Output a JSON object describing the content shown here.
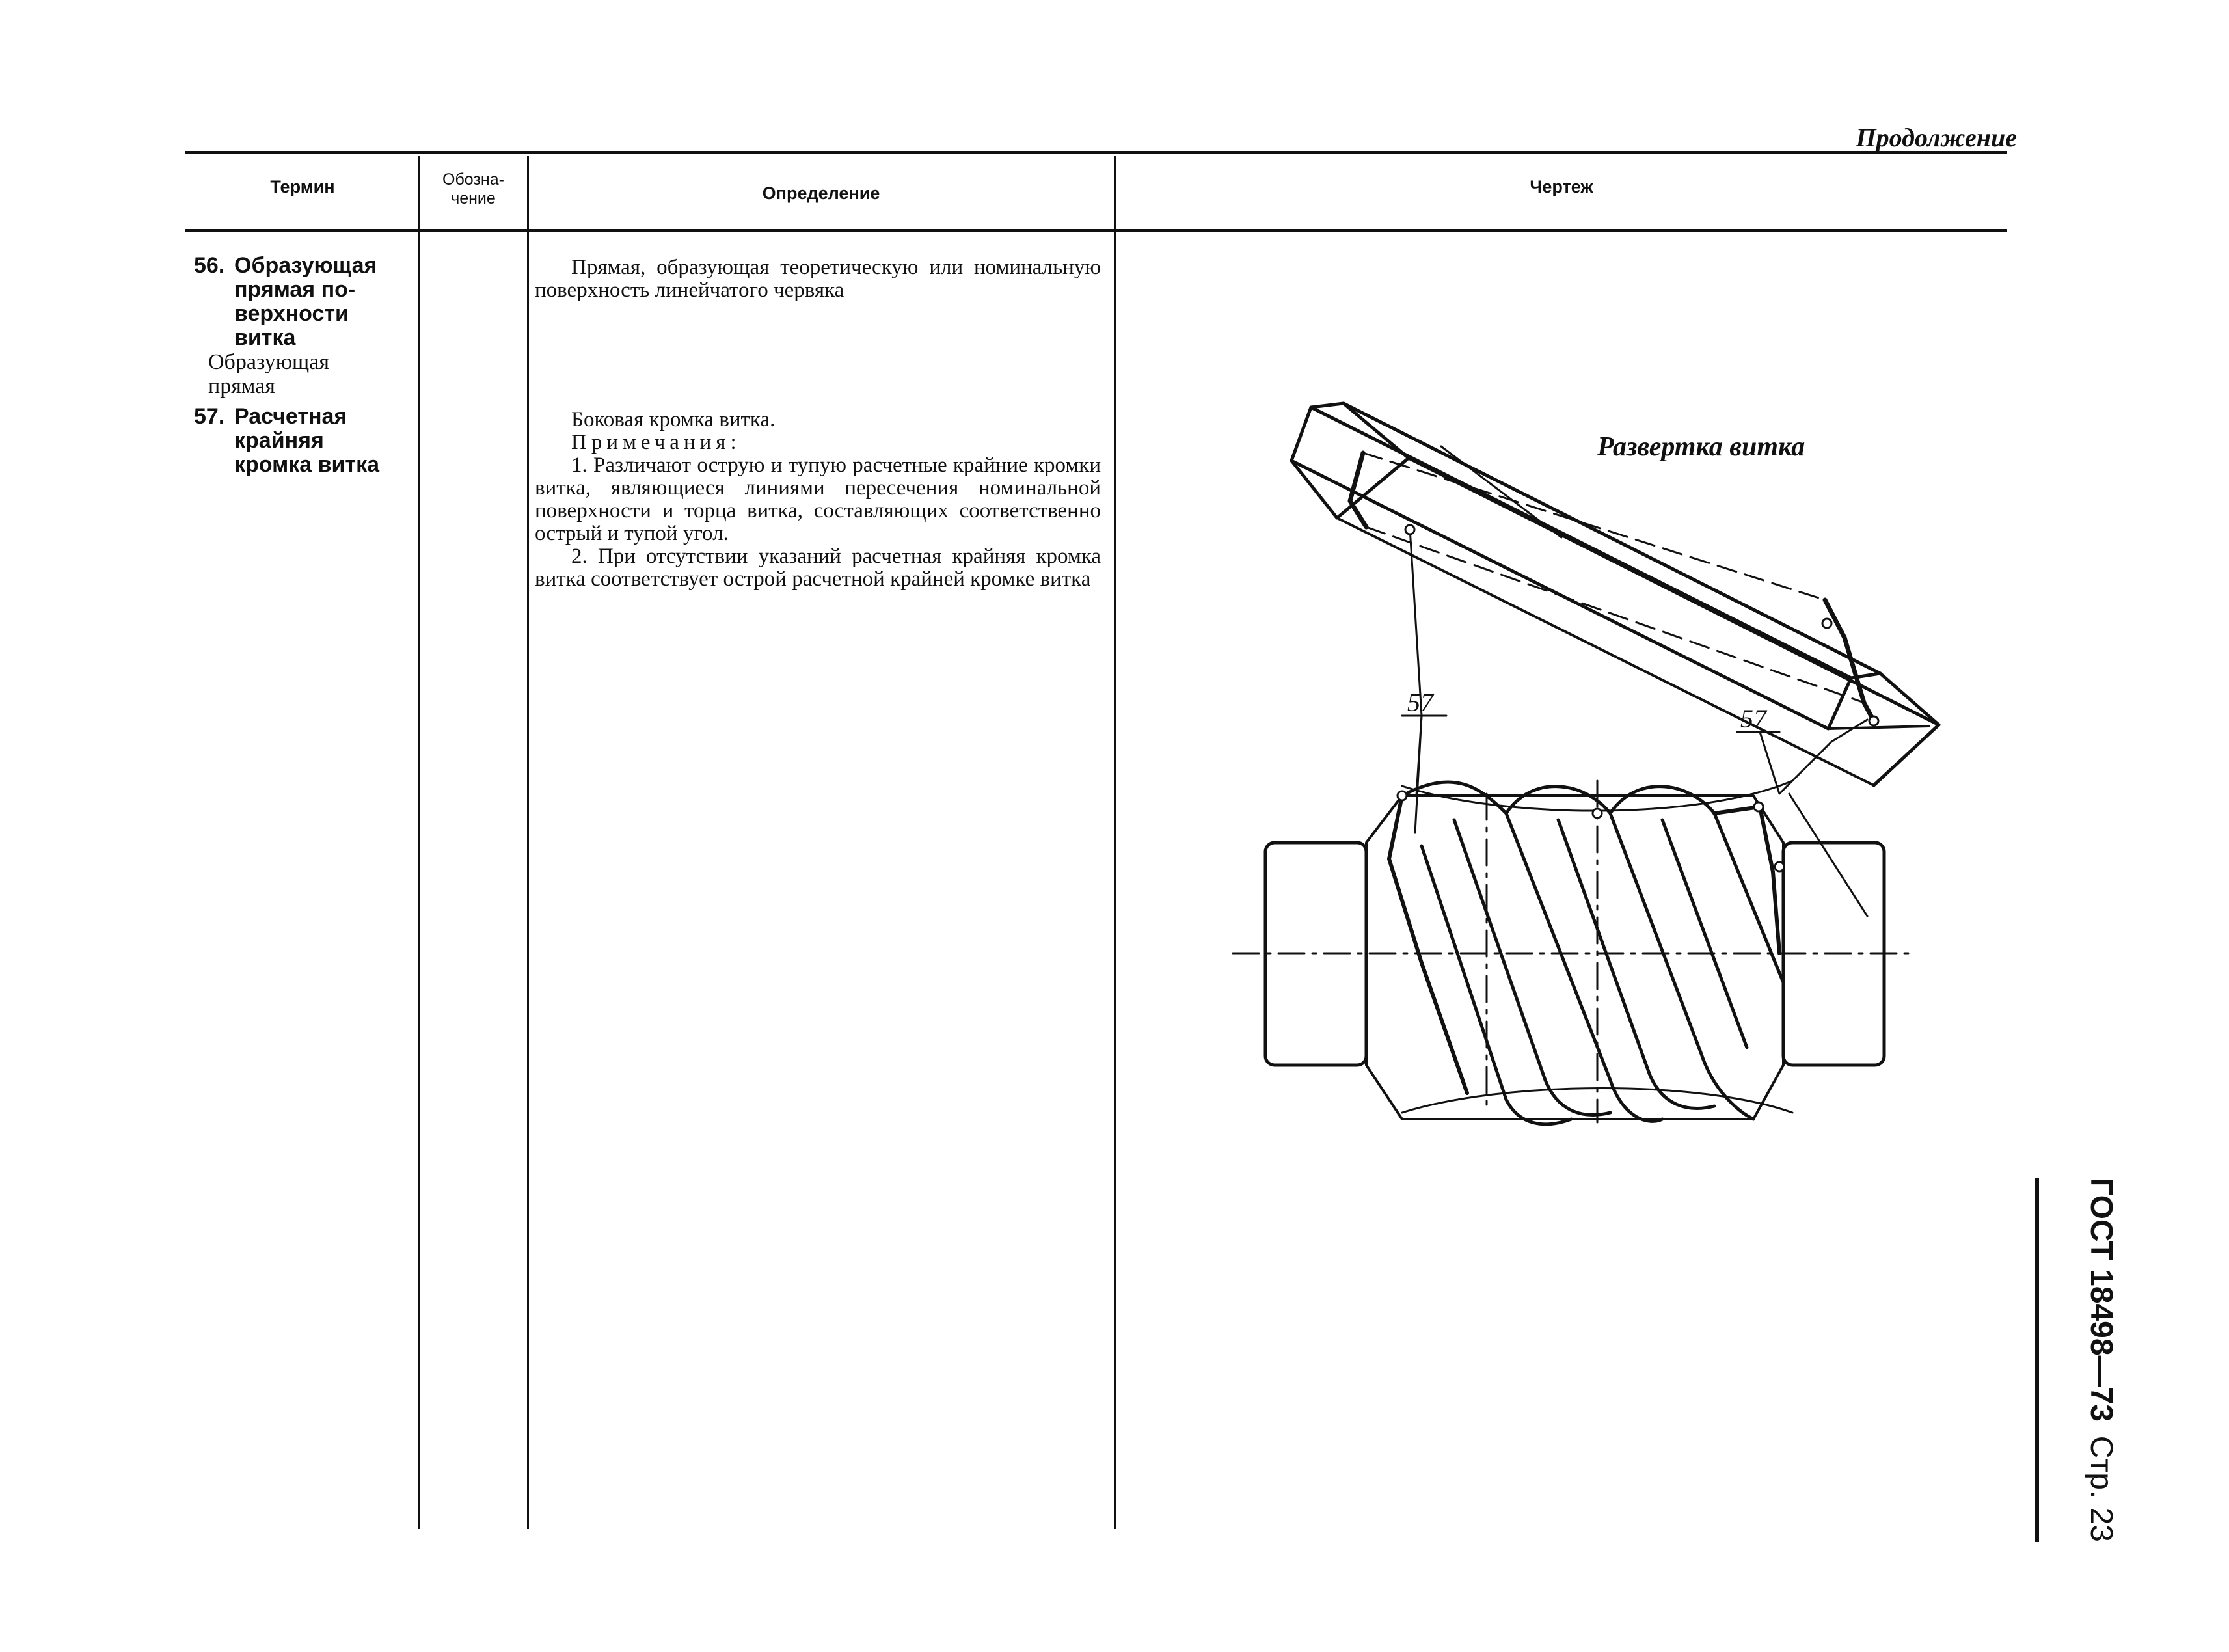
{
  "header": {
    "continuation": "Продолжение",
    "col_term": "Термин",
    "col_symbol_line1": "Обозна-",
    "col_symbol_line2": "чение",
    "col_definition": "Определение",
    "col_drawing": "Чертеж"
  },
  "rows": [
    {
      "number": "56.",
      "term_lines": [
        "Образующая",
        "прямая по-",
        "верхности",
        "витка"
      ],
      "synonym_lines": [
        "Образующая",
        "прямая"
      ],
      "definition": [
        "Прямая, образующая теоретическую или номинальную поверхность линейчатого червяка"
      ]
    },
    {
      "number": "57.",
      "term_lines": [
        "Расчетная",
        "крайняя",
        "кромка витка"
      ],
      "definition": [
        "Боковая кромка витка.",
        "Примечания:",
        "1. Различают острую и тупую расчетные крайние кромки витка, являющиеся линиями пересечения номинальной поверхности и торца витка, составляющих соответственно острый и тупой угол.",
        "2. При отсутствии указаний расчетная крайняя кромка витка соответствует острой расчетной крайней кромке витка"
      ]
    }
  ],
  "drawing": {
    "development_label": "Развертка витка",
    "callout_left": "57",
    "callout_right": "57"
  },
  "footer": {
    "standard": "ГОСТ 18498—73",
    "page": "Стр. 23"
  }
}
